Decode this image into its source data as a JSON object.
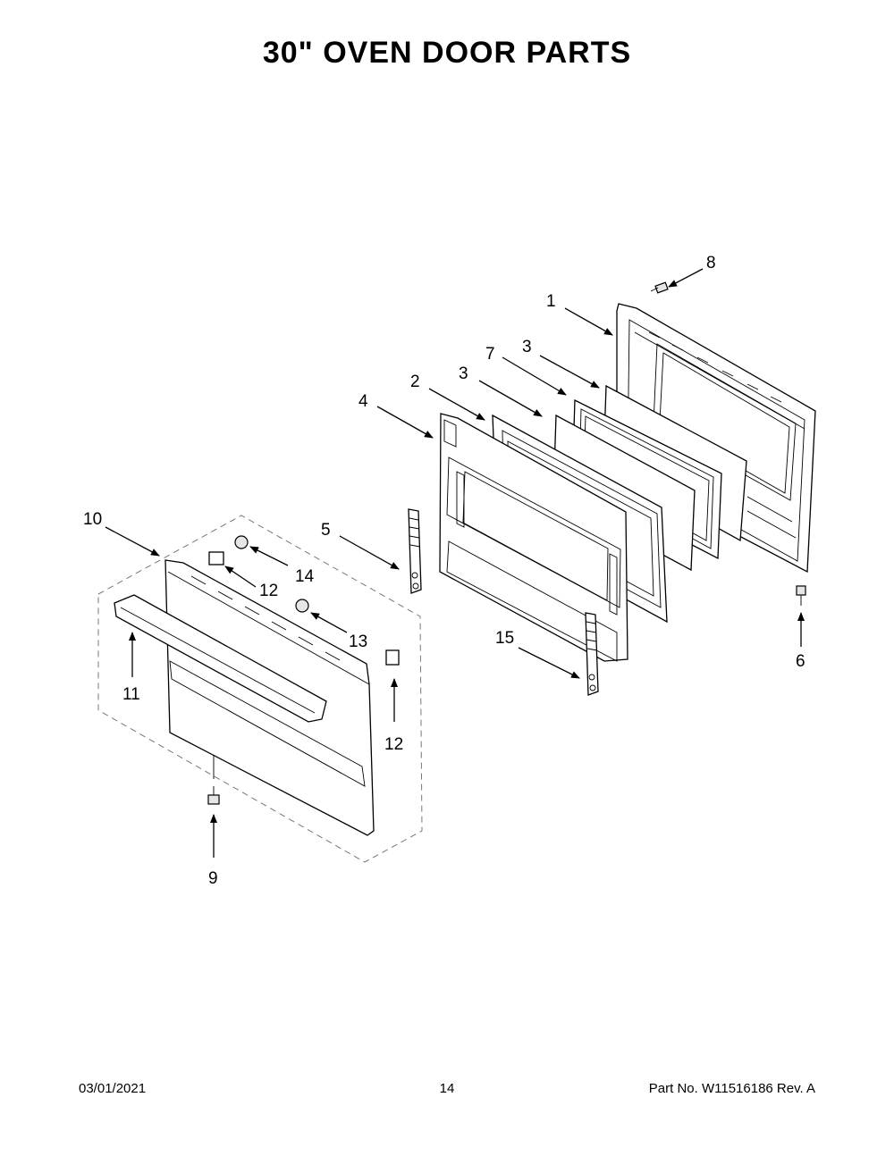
{
  "page": {
    "title": "30\" OVEN DOOR PARTS",
    "footer": {
      "date": "03/01/2021",
      "page_number": "14",
      "part_number": "Part No.  W11516186  Rev.  A"
    }
  },
  "callouts": {
    "c1": "1",
    "c2": "2",
    "c3a": "3",
    "c3b": "3",
    "c4": "4",
    "c5": "5",
    "c6": "6",
    "c7": "7",
    "c8": "8",
    "c9": "9",
    "c10": "10",
    "c11": "11",
    "c12a": "12",
    "c12b": "12",
    "c13": "13",
    "c14": "14",
    "c15": "15"
  }
}
